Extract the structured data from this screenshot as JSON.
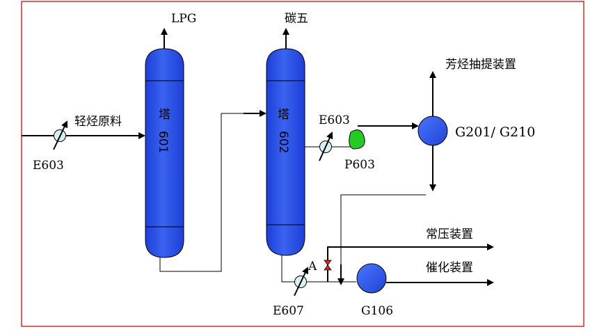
{
  "labels": {
    "lpg": "LPG",
    "c5": "碳五",
    "light_feed": "轻烃原料",
    "aromatics": "芳烃抽提装置",
    "e603_left": "E603",
    "e603_right": "E603",
    "p603": "P603",
    "g201": "G201/ G210",
    "atmospheric": "常压装置",
    "catalytic": "催化装置",
    "valve_a": "A",
    "e607": "E607",
    "g106": "G106"
  },
  "towers": {
    "t601": {
      "name": "塔",
      "number": "601"
    },
    "t602": {
      "name": "塔",
      "number": "602"
    }
  },
  "colors": {
    "tower_blue": "#2a52e6",
    "tower_edge": "#000000",
    "exchanger_fill": "#d8f0f4",
    "pump_green": "#22cc22",
    "valve_red": "#e02020",
    "frame_red": "#d42a2a"
  }
}
